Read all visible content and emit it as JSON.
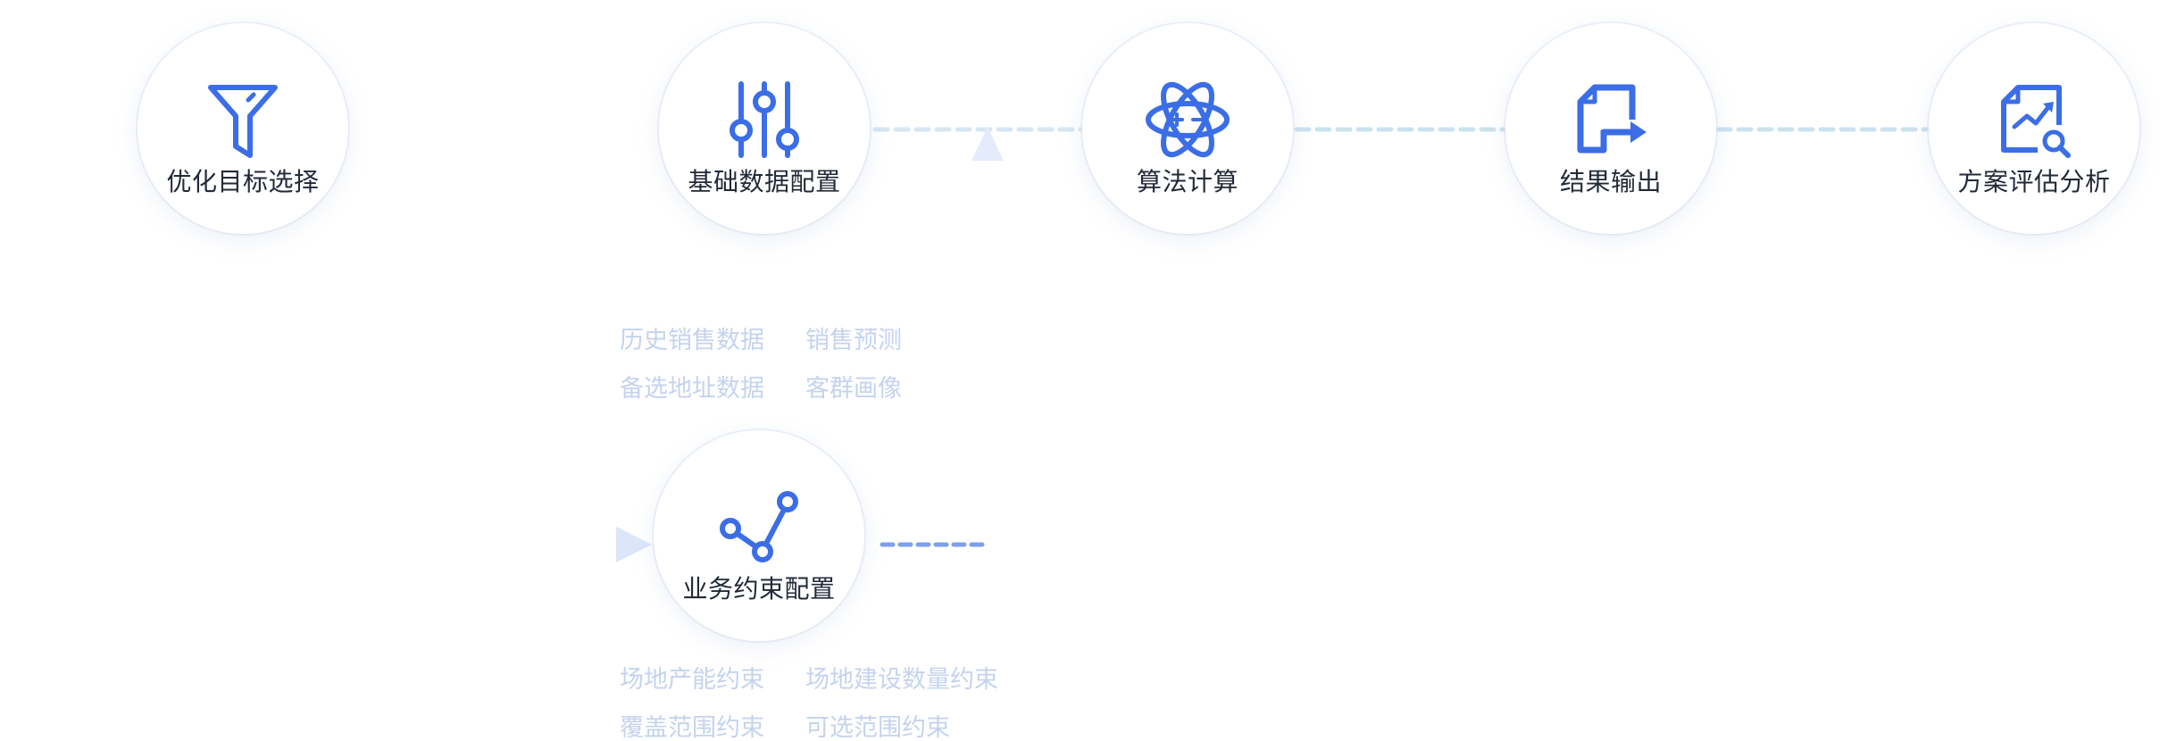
{
  "colors": {
    "accent": "#3b6ee6",
    "connector_light": "#cfe3f0",
    "connector_dark": "#7e9fea",
    "sub_text": "#c4d3ee",
    "label_text": "#222a38"
  },
  "steps": [
    {
      "label": "优化目标选择",
      "icon": "funnel-icon"
    },
    {
      "label": "基础数据配置",
      "icon": "sliders-icon"
    },
    {
      "label": "算法计算",
      "icon": "atom-icon"
    },
    {
      "label": "结果输出",
      "icon": "export-document-icon"
    },
    {
      "label": "方案评估分析",
      "icon": "chart-analysis-icon"
    }
  ],
  "branch": {
    "label": "业务约束配置",
    "icon": "route-nodes-icon"
  },
  "data_items": [
    "历史销售数据",
    "销售预测",
    "备选地址数据",
    "客群画像"
  ],
  "constraint_items": [
    "场地产能约束",
    "场地建设数量约束",
    "覆盖范围约束",
    "可选范围约束"
  ]
}
